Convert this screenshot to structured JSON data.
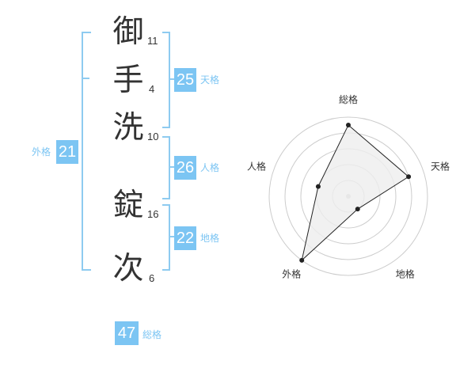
{
  "name": {
    "chars": [
      {
        "char": "御",
        "strokes": "11"
      },
      {
        "char": "手",
        "strokes": "4"
      },
      {
        "char": "洗",
        "strokes": "10"
      },
      {
        "char": "錠",
        "strokes": "16"
      },
      {
        "char": "次",
        "strokes": "6"
      }
    ]
  },
  "fortune": {
    "ten": {
      "value": "25",
      "label": "天格"
    },
    "jin": {
      "value": "26",
      "label": "人格"
    },
    "chi": {
      "value": "22",
      "label": "地格"
    },
    "gai": {
      "value": "21",
      "label": "外格"
    },
    "so": {
      "value": "47",
      "label": "総格"
    }
  },
  "chart_data": {
    "type": "radar",
    "axes": [
      "総格",
      "天格",
      "地格",
      "外格",
      "人格"
    ],
    "values": [
      4.5,
      4,
      1,
      5,
      2
    ],
    "max": 5,
    "grid": true,
    "color": "#eeeeee",
    "line_color": "#222222"
  }
}
